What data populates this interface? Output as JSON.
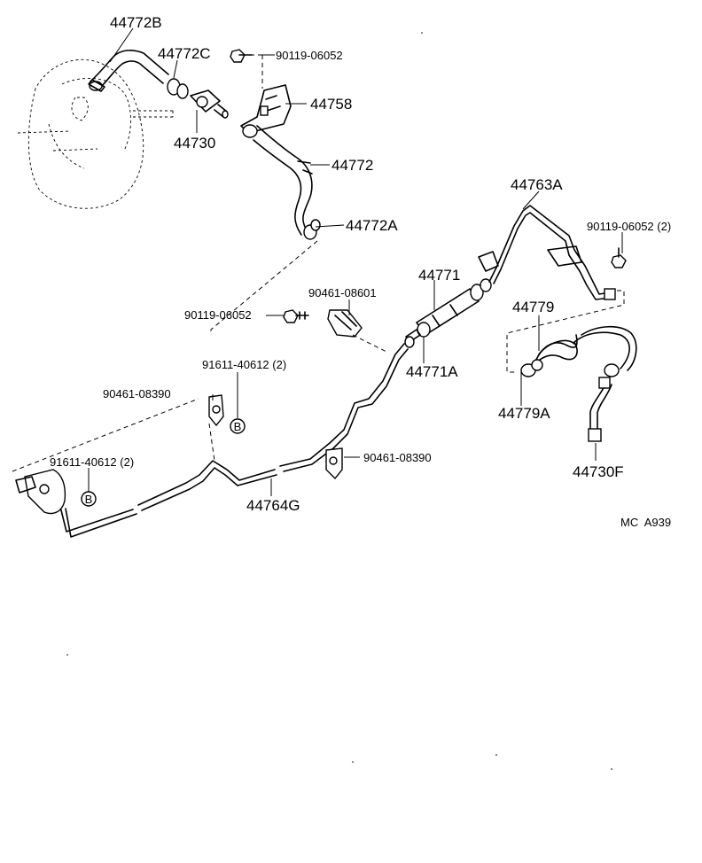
{
  "diagram": {
    "code": "MC  A939",
    "labels": {
      "p44772B": "44772B",
      "p44772C": "44772C",
      "p90119_top": "90119-06052",
      "p44758": "44758",
      "p44730": "44730",
      "p44772": "44772",
      "p44772A": "44772A",
      "p44763A": "44763A",
      "p90119_2": "90119-06052 (2)",
      "p44771": "44771",
      "p90461_08601": "90461-08601",
      "p90119_mid": "90119-06052",
      "p44779": "44779",
      "p44771A": "44771A",
      "p91611_upper": "91611-40612 (2)",
      "p90461_08390_left": "90461-08390",
      "p44779A": "44779A",
      "p90461_08390_right": "90461-08390",
      "p91611_lower": "91611-40612 (2)",
      "p44764G": "44764G",
      "p44730F": "44730F"
    },
    "markers": {
      "b": "B"
    }
  }
}
